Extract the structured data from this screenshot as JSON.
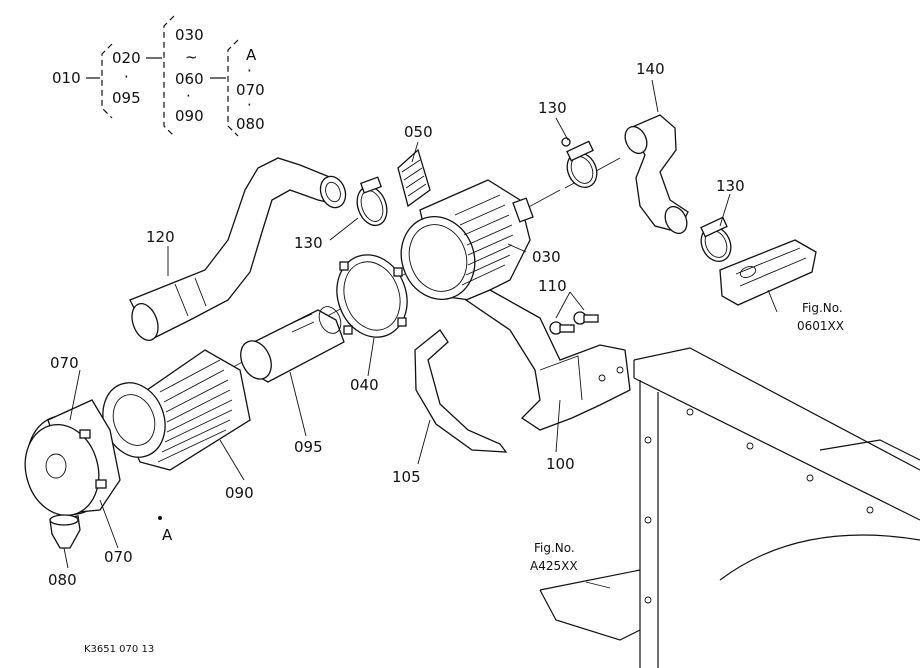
{
  "tree": {
    "root": "010",
    "level1_a": "020",
    "level1_dot": "·",
    "level1_b": "095",
    "level2_a": "030",
    "level2_tilde": "~",
    "level2_b": "060",
    "level2_dot1": "·",
    "level2_c": "090",
    "level3_a": "A",
    "level3_dot1": "·",
    "level3_b": "070",
    "level3_dot2": "·",
    "level3_c": "080"
  },
  "callouts": {
    "p050": "050",
    "p130_top": "130",
    "p140": "140",
    "p130_right": "130",
    "p120": "120",
    "p130_left": "130",
    "p030": "030",
    "p110": "110",
    "p040": "040",
    "p070_top": "070",
    "p095": "095",
    "p100": "100",
    "p105": "105",
    "p090": "090",
    "p070_bottom": "070",
    "p080": "080",
    "pA": "A"
  },
  "figrefs": {
    "fig1_label": "Fig.No.",
    "fig1_number": "0601XX",
    "fig2_label": "Fig.No.",
    "fig2_number": "A425XX"
  },
  "footer": {
    "code": "K3651 070 13"
  }
}
